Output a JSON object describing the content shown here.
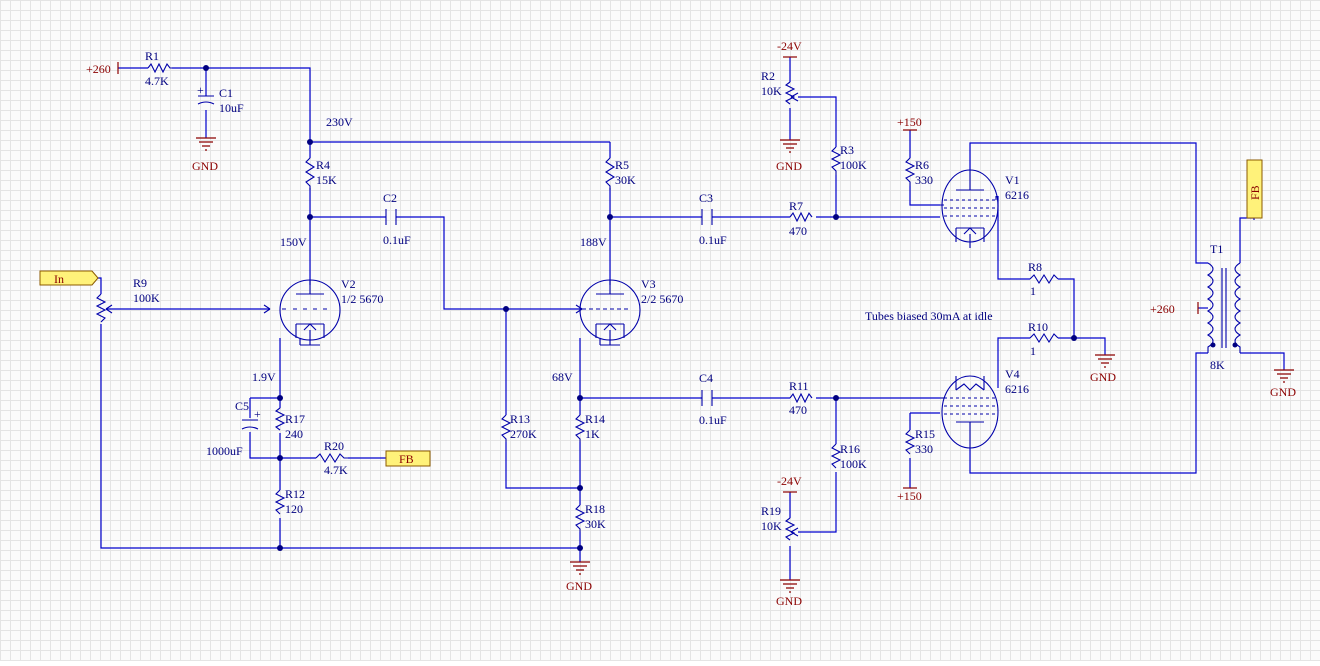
{
  "schematic": {
    "components": {
      "R1": {
        "ref": "R1",
        "value": "4.7K"
      },
      "C1": {
        "ref": "C1",
        "value": "10uF"
      },
      "R2": {
        "ref": "R2",
        "value": "10K"
      },
      "R3": {
        "ref": "R3",
        "value": "100K"
      },
      "R4": {
        "ref": "R4",
        "value": "15K"
      },
      "R5": {
        "ref": "R5",
        "value": "30K"
      },
      "R6": {
        "ref": "R6",
        "value": "330"
      },
      "R7": {
        "ref": "R7",
        "value": "470"
      },
      "R8": {
        "ref": "R8",
        "value": "1"
      },
      "R9": {
        "ref": "R9",
        "value": "100K"
      },
      "R10": {
        "ref": "R10",
        "value": "1"
      },
      "R11": {
        "ref": "R11",
        "value": "470"
      },
      "R12": {
        "ref": "R12",
        "value": "120"
      },
      "R13": {
        "ref": "R13",
        "value": "270K"
      },
      "R14": {
        "ref": "R14",
        "value": "1K"
      },
      "R15": {
        "ref": "R15",
        "value": "330"
      },
      "R16": {
        "ref": "R16",
        "value": "100K"
      },
      "R17": {
        "ref": "R17",
        "value": "240"
      },
      "R18": {
        "ref": "R18",
        "value": "30K"
      },
      "R19": {
        "ref": "R19",
        "value": "10K"
      },
      "R20": {
        "ref": "R20",
        "value": "4.7K"
      },
      "C2": {
        "ref": "C2",
        "value": "0.1uF"
      },
      "C3": {
        "ref": "C3",
        "value": "0.1uF"
      },
      "C4": {
        "ref": "C4",
        "value": "0.1uF"
      },
      "C5": {
        "ref": "C5",
        "value": "1000uF"
      },
      "V1": {
        "ref": "V1",
        "value": "6216"
      },
      "V2": {
        "ref": "V2",
        "value": "1/2 5670"
      },
      "V3": {
        "ref": "V3",
        "value": "2/2 5670"
      },
      "V4": {
        "ref": "V4",
        "value": "6216"
      },
      "T1": {
        "ref": "T1",
        "value": "8K"
      }
    },
    "power": {
      "p260": "+260",
      "m24": "-24V",
      "p150": "+150",
      "gnd": "GND"
    },
    "ports": {
      "in": "In",
      "fb": "FB"
    },
    "voltages": {
      "v230": "230V",
      "v150": "150V",
      "v188": "188V",
      "v1_9": "1.9V",
      "v68": "68V"
    },
    "note": "Tubes biased 30mA at idle",
    "colors": {
      "wire": "#0000cc",
      "label": "#000080",
      "power_net": "#8b0000",
      "port_fill": "#fff27a",
      "junction": "#000080"
    }
  }
}
